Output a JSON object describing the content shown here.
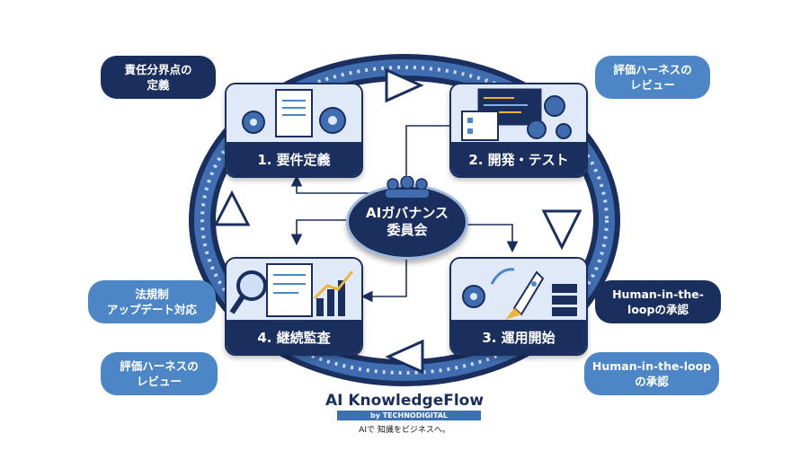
{
  "center": {
    "title": "AIガバナンス\n委員会"
  },
  "steps": [
    {
      "label": "1. 要件定義"
    },
    {
      "label": "2. 開発・テスト"
    },
    {
      "label": "3. 運用開始"
    },
    {
      "label": "4. 継続監査"
    }
  ],
  "bubbles": {
    "top_left": "責任分界点の\n定義",
    "top_right": "評価ハーネスの\nレビュー",
    "mid_left": "法規制\nアップデート対応",
    "mid_right": "Human-in-the-\nloopの承認",
    "bottom_left": "評価ハーネスの\nレビュー",
    "bottom_right": "Human-in-the-loop\nの承認"
  },
  "logo": {
    "title": "AI KnowledgeFlow",
    "byline": "by TECHNODIGITAL",
    "tagline": "AIで 知識をビジネスへ。"
  },
  "colors": {
    "navy": "#1b2f5e",
    "blue": "#4c86c6",
    "ring": "#2f4f8a",
    "light": "#dfe9f7"
  }
}
